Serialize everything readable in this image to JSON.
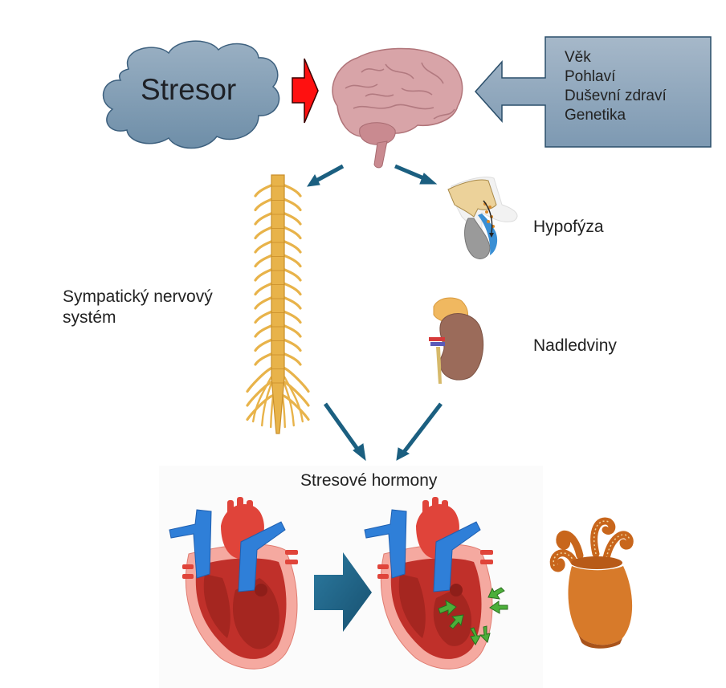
{
  "diagram": {
    "stressor": {
      "label": "Stresor",
      "icon": "cloud-shape"
    },
    "brain": {
      "icon": "brain-icon"
    },
    "factors_callout": {
      "items": [
        "Věk",
        "Pohlaví",
        "Duševní zdraví",
        "Genetika"
      ]
    },
    "nervous_system": {
      "label_line1": "Sympatický nervový",
      "label_line2": "systém",
      "icon": "spinal-cord-icon"
    },
    "pituitary": {
      "label": "Hypofýza",
      "icon": "pituitary-gland-icon"
    },
    "adrenal": {
      "label": "Nadledviny",
      "icon": "kidney-adrenal-icon"
    },
    "hormones": {
      "label": "Stresové hormony"
    },
    "hearts": {
      "before_icon": "heart-icon",
      "after_icon": "heart-contracted-icon",
      "transition_icon": "arrow-right-icon"
    },
    "octopus_jar": {
      "icon": "octopus-in-jar-icon"
    },
    "colors": {
      "cloud_fill": "#7f9bb2",
      "callout_fill": "#95abbf",
      "callout_border": "#2a4e6a",
      "arrow_blue": "#1b5f80",
      "stress_arrow": "#ff0000",
      "spine": "#e8b34a",
      "heart_red": "#d33a2f",
      "heart_blue": "#2f7fd8",
      "squeeze_arrows": "#44aa33"
    }
  }
}
